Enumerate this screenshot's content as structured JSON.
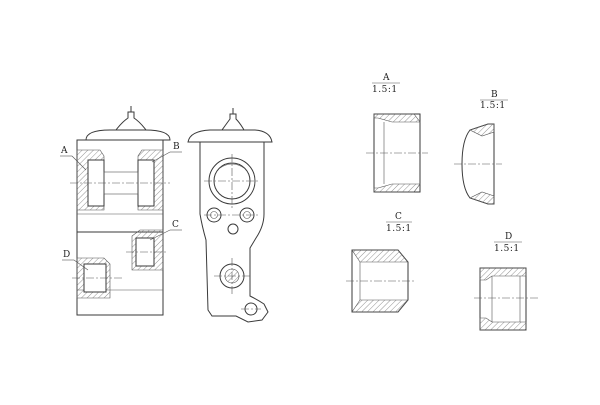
{
  "callouts": {
    "a": "A",
    "b": "B",
    "c": "C",
    "d": "D"
  },
  "details": [
    {
      "id": "A",
      "scale": "1.5:1"
    },
    {
      "id": "B",
      "scale": "1.5:1"
    },
    {
      "id": "C",
      "scale": "1.5:1"
    },
    {
      "id": "D",
      "scale": "1.5:1"
    }
  ],
  "colors": {
    "line": "#3a3a3a",
    "hatch": "#555555",
    "paper": "#ffffff"
  }
}
